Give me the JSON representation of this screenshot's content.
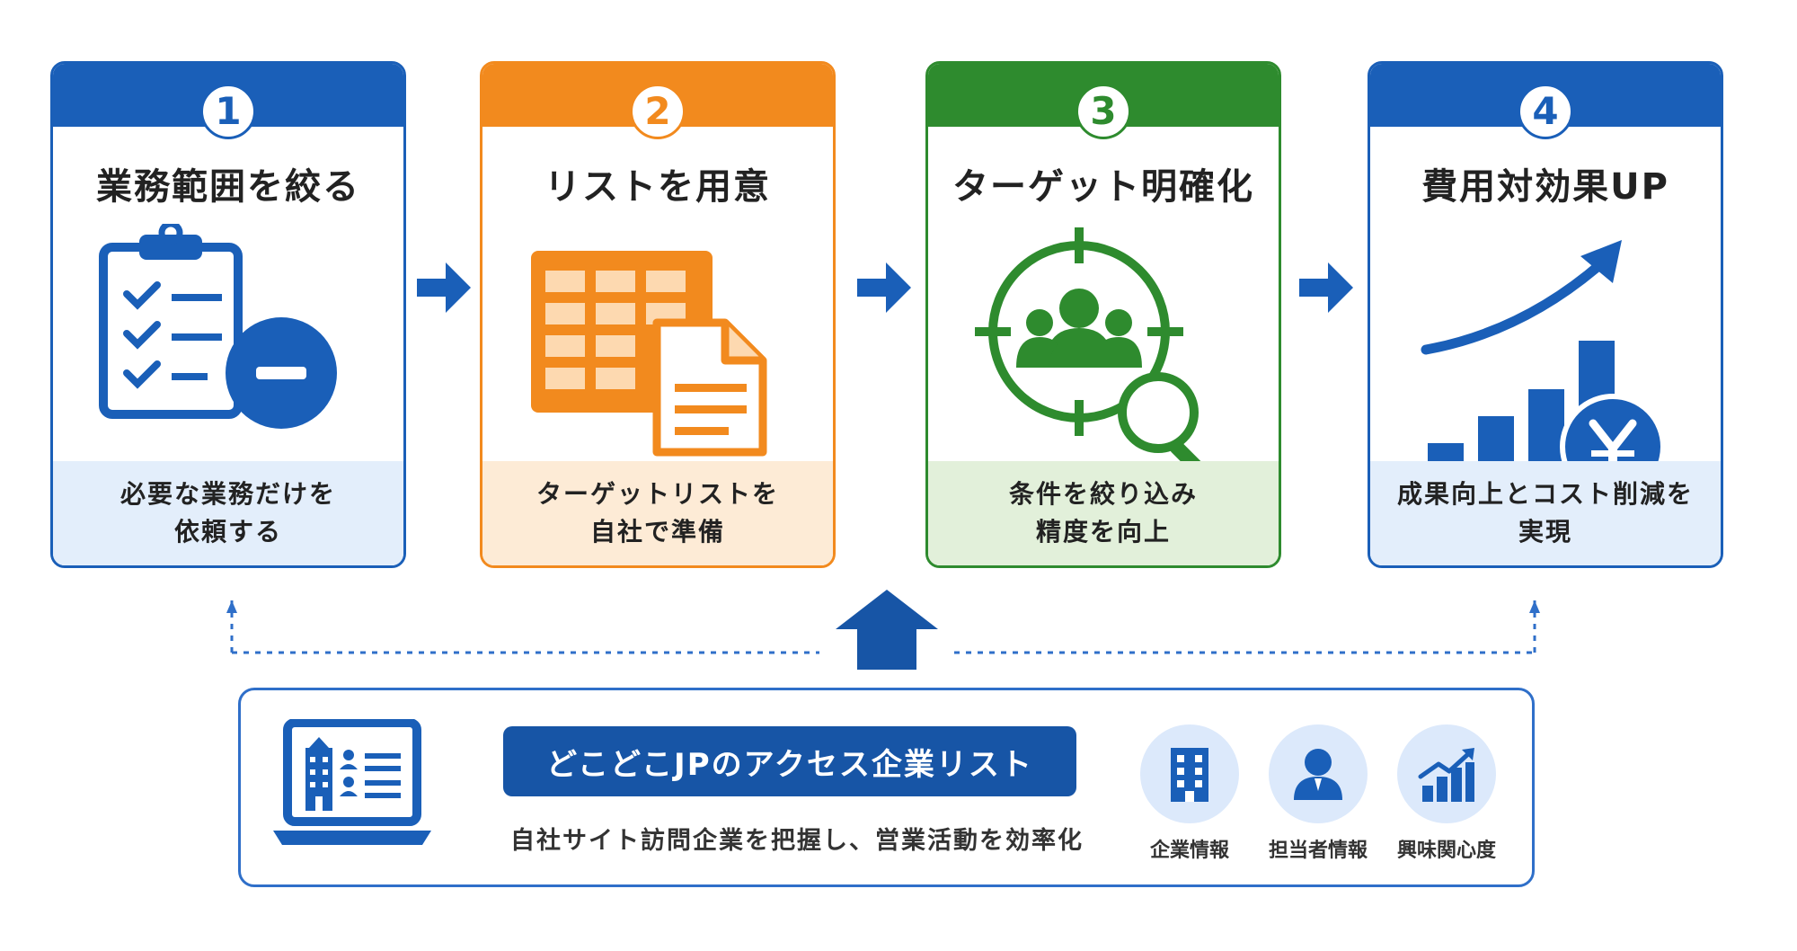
{
  "steps": [
    {
      "number": "1",
      "title": "業務範囲を絞る",
      "desc_line1": "必要な業務だけを",
      "desc_line2": "依頼する",
      "color": "#1a5fb8",
      "light": "#e3eefb",
      "icon": "clipboard-minus-icon"
    },
    {
      "number": "2",
      "title": "リストを用意",
      "desc_line1": "ターゲットリストを",
      "desc_line2": "自社で準備",
      "color": "#f28a1e",
      "light": "#fdebd6",
      "icon": "spreadsheet-document-icon"
    },
    {
      "number": "3",
      "title": "ターゲット明確化",
      "desc_line1": "条件を絞り込み",
      "desc_line2": "精度を向上",
      "color": "#2e8b2e",
      "light": "#e2f0da",
      "icon": "target-people-search-icon"
    },
    {
      "number": "4",
      "title": "費用対効果UP",
      "desc_line1": "成果向上とコスト削減を",
      "desc_line2": "実現",
      "color": "#1a5fb8",
      "light": "#e3eefb",
      "icon": "growth-chart-yen-icon"
    }
  ],
  "product": {
    "title": "どこどこJPのアクセス企業リスト",
    "description": "自社サイト訪問企業を把握し、営業活動を効率化",
    "icon": "laptop-company-list-icon",
    "features": [
      {
        "label": "企業情報",
        "icon": "building-icon"
      },
      {
        "label": "担当者情報",
        "icon": "person-icon"
      },
      {
        "label": "興味関心度",
        "icon": "bar-chart-up-icon"
      }
    ]
  },
  "colors": {
    "blue": "#1a5fb8",
    "orange": "#f28a1e",
    "green": "#2e8b2e",
    "navy": "#1755a6"
  }
}
